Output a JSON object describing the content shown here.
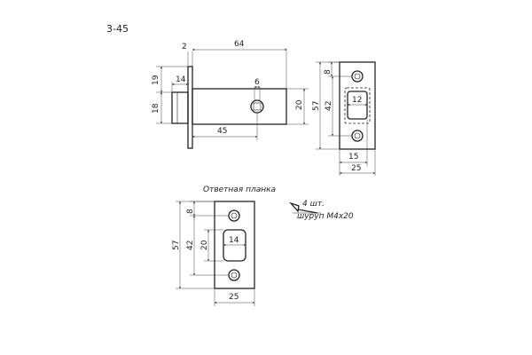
{
  "model": "3-45",
  "latch_side": {
    "dims": {
      "plate_thickness": "2",
      "length": "64",
      "top_offset": "19",
      "bolt_height": "18",
      "bolt_length": "14",
      "spindle": "6",
      "body_height": "20",
      "backset": "45"
    }
  },
  "faceplate": {
    "dims": {
      "hole_offset": "8",
      "height": "57",
      "hole_spacing": "42",
      "slot_width": "12",
      "slot_offset": "15",
      "width": "25"
    }
  },
  "strike_plate": {
    "title": "Ответная планка",
    "dims": {
      "hole_offset": "8",
      "height": "57",
      "hole_spacing": "42",
      "slot_height": "20",
      "slot_width": "14",
      "width": "25"
    }
  },
  "screws": {
    "count": "4 шт.",
    "label": "шуруп М4х20"
  },
  "colors": {
    "line": "#222222",
    "background": "#ffffff"
  }
}
